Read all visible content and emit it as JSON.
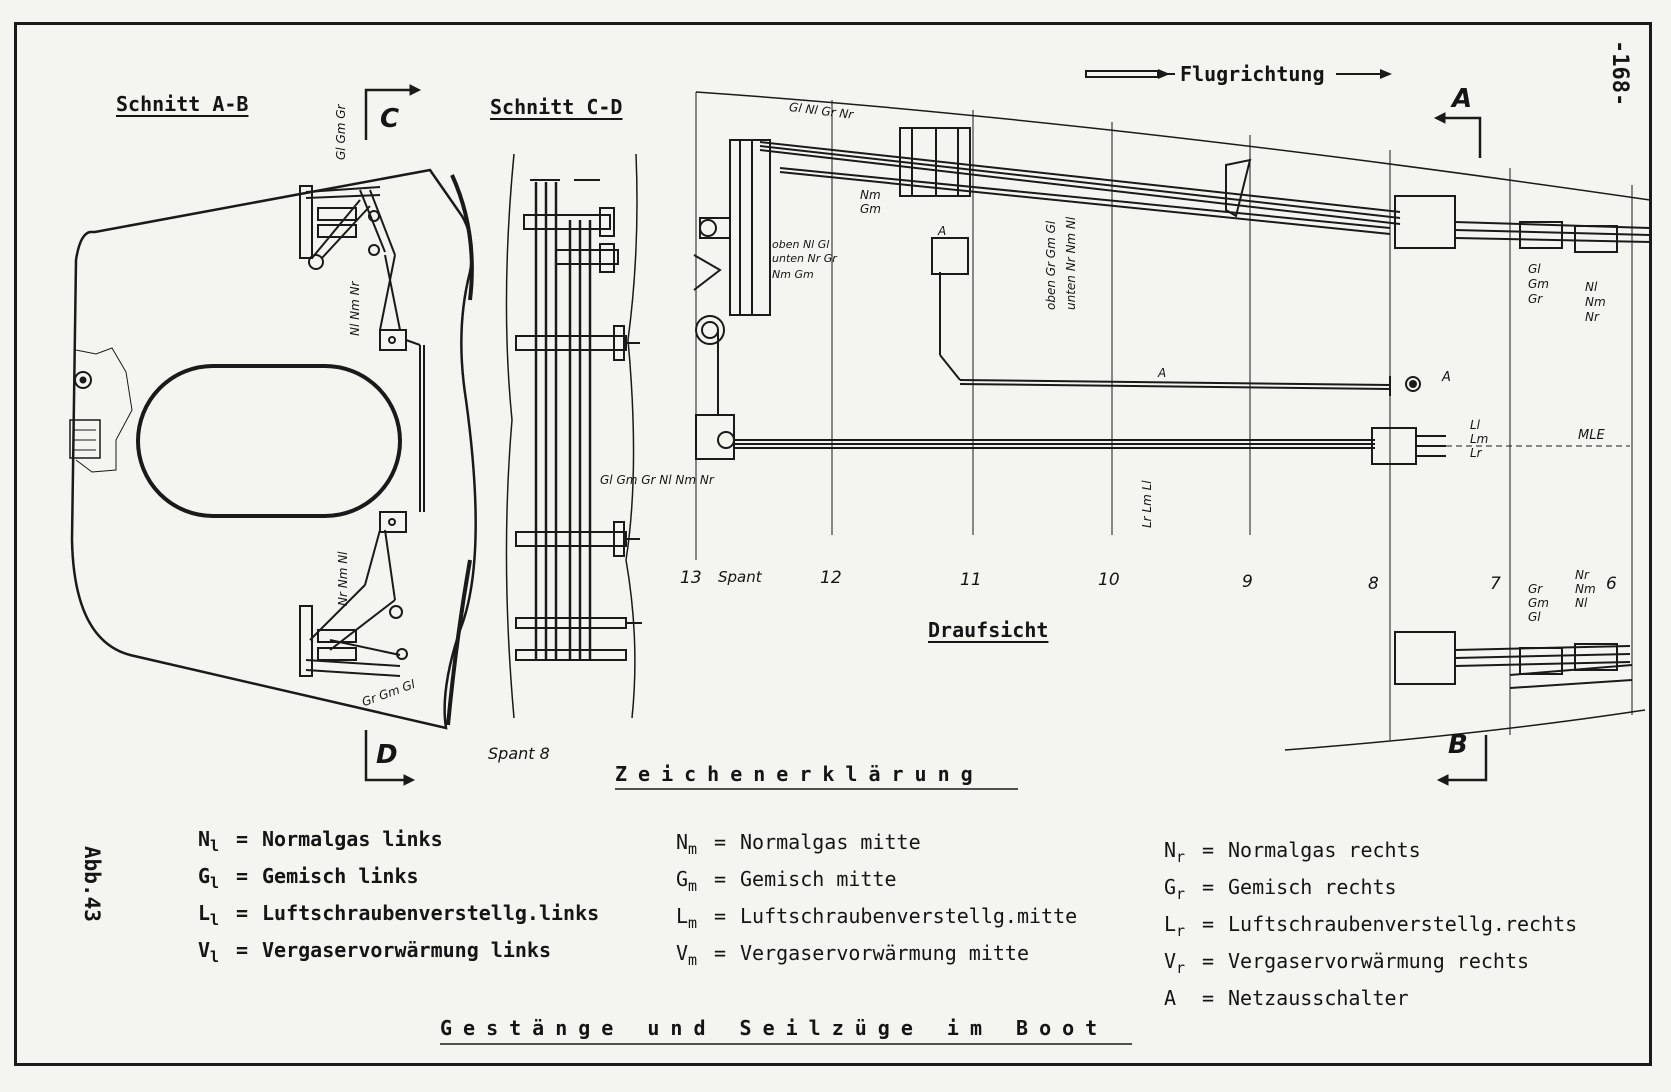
{
  "page_number": "-168-",
  "figure_number": "Abb.43",
  "flight_direction": "Flugrichtung",
  "sections": {
    "ab": {
      "title": "Schnitt A-B",
      "mark_top": "C",
      "mark_bottom": "D"
    },
    "cd": {
      "title": "Schnitt C-D",
      "spant_label": "Spant 8"
    },
    "top_view": {
      "title": "Draufsicht",
      "mark_top": "A",
      "mark_bottom": "B",
      "mle_label": "MLE"
    }
  },
  "spant": {
    "label": "Spant",
    "numbers": [
      "13",
      "12",
      "11",
      "10",
      "9",
      "8",
      "7",
      "6"
    ]
  },
  "diagram_labels": {
    "ab_top": "Gl Gm Gr",
    "ab_mid_upper": "Nl Nm Nr",
    "ab_mid_lower": "Nr Nm Nl",
    "ab_bottom": "Gr Gm Gl",
    "cd_cables": "Gl Gm Gr Nl Nm Nr",
    "tv_gl_nl": "Gl Nl Gr Nr",
    "tv_nm_gm": "Nm Gm",
    "tv_oben_1": "oben Nl Gl",
    "tv_unten_1": "unten Nr Gr",
    "tv_nm_gm_2": "Nm Gm",
    "tv_oben_2": "oben Gr Gm Gl",
    "tv_unten_2": "unten Nr Nm Nl",
    "tv_a_small": "A",
    "tv_a_line": "A",
    "tv_a_end": "A",
    "tv_lr_lm_ll": "Lr Lm Ll",
    "tv_l_right": [
      "Ll",
      "Lm",
      "Lr"
    ],
    "tv_g_right_top": [
      "Gl",
      "Gm",
      "Gr"
    ],
    "tv_n_right_top": [
      "Nl",
      "Nm",
      "Nr"
    ],
    "tv_g_right_bot": [
      "Gr",
      "Gm",
      "Gl"
    ],
    "tv_n_right_bot": [
      "Nr",
      "Nm",
      "Nl"
    ]
  },
  "legend": {
    "title": "Zeichenerklärung",
    "columns": [
      [
        {
          "sym": "N",
          "sub": "l",
          "text": "Normalgas links"
        },
        {
          "sym": "G",
          "sub": "l",
          "text": "Gemisch links"
        },
        {
          "sym": "L",
          "sub": "l",
          "text": "Luftschraubenverstellg.links"
        },
        {
          "sym": "V",
          "sub": "l",
          "text": "Vergaservorwärmung links"
        }
      ],
      [
        {
          "sym": "N",
          "sub": "m",
          "text": "Normalgas mitte"
        },
        {
          "sym": "G",
          "sub": "m",
          "text": "Gemisch mitte"
        },
        {
          "sym": "L",
          "sub": "m",
          "text": "Luftschraubenverstellg.mitte"
        },
        {
          "sym": "V",
          "sub": "m",
          "text": "Vergaservorwärmung mitte"
        }
      ],
      [
        {
          "sym": "N",
          "sub": "r",
          "text": "Normalgas rechts"
        },
        {
          "sym": "G",
          "sub": "r",
          "text": "Gemisch rechts"
        },
        {
          "sym": "L",
          "sub": "r",
          "text": "Luftschraubenverstellg.rechts"
        },
        {
          "sym": "V",
          "sub": "r",
          "text": "Vergaservorwärmung rechts"
        },
        {
          "sym": "A",
          "sub": "",
          "text": "Netzausschalter"
        }
      ]
    ],
    "equals": "="
  },
  "caption": "Gestänge und Seilzüge im Boot"
}
